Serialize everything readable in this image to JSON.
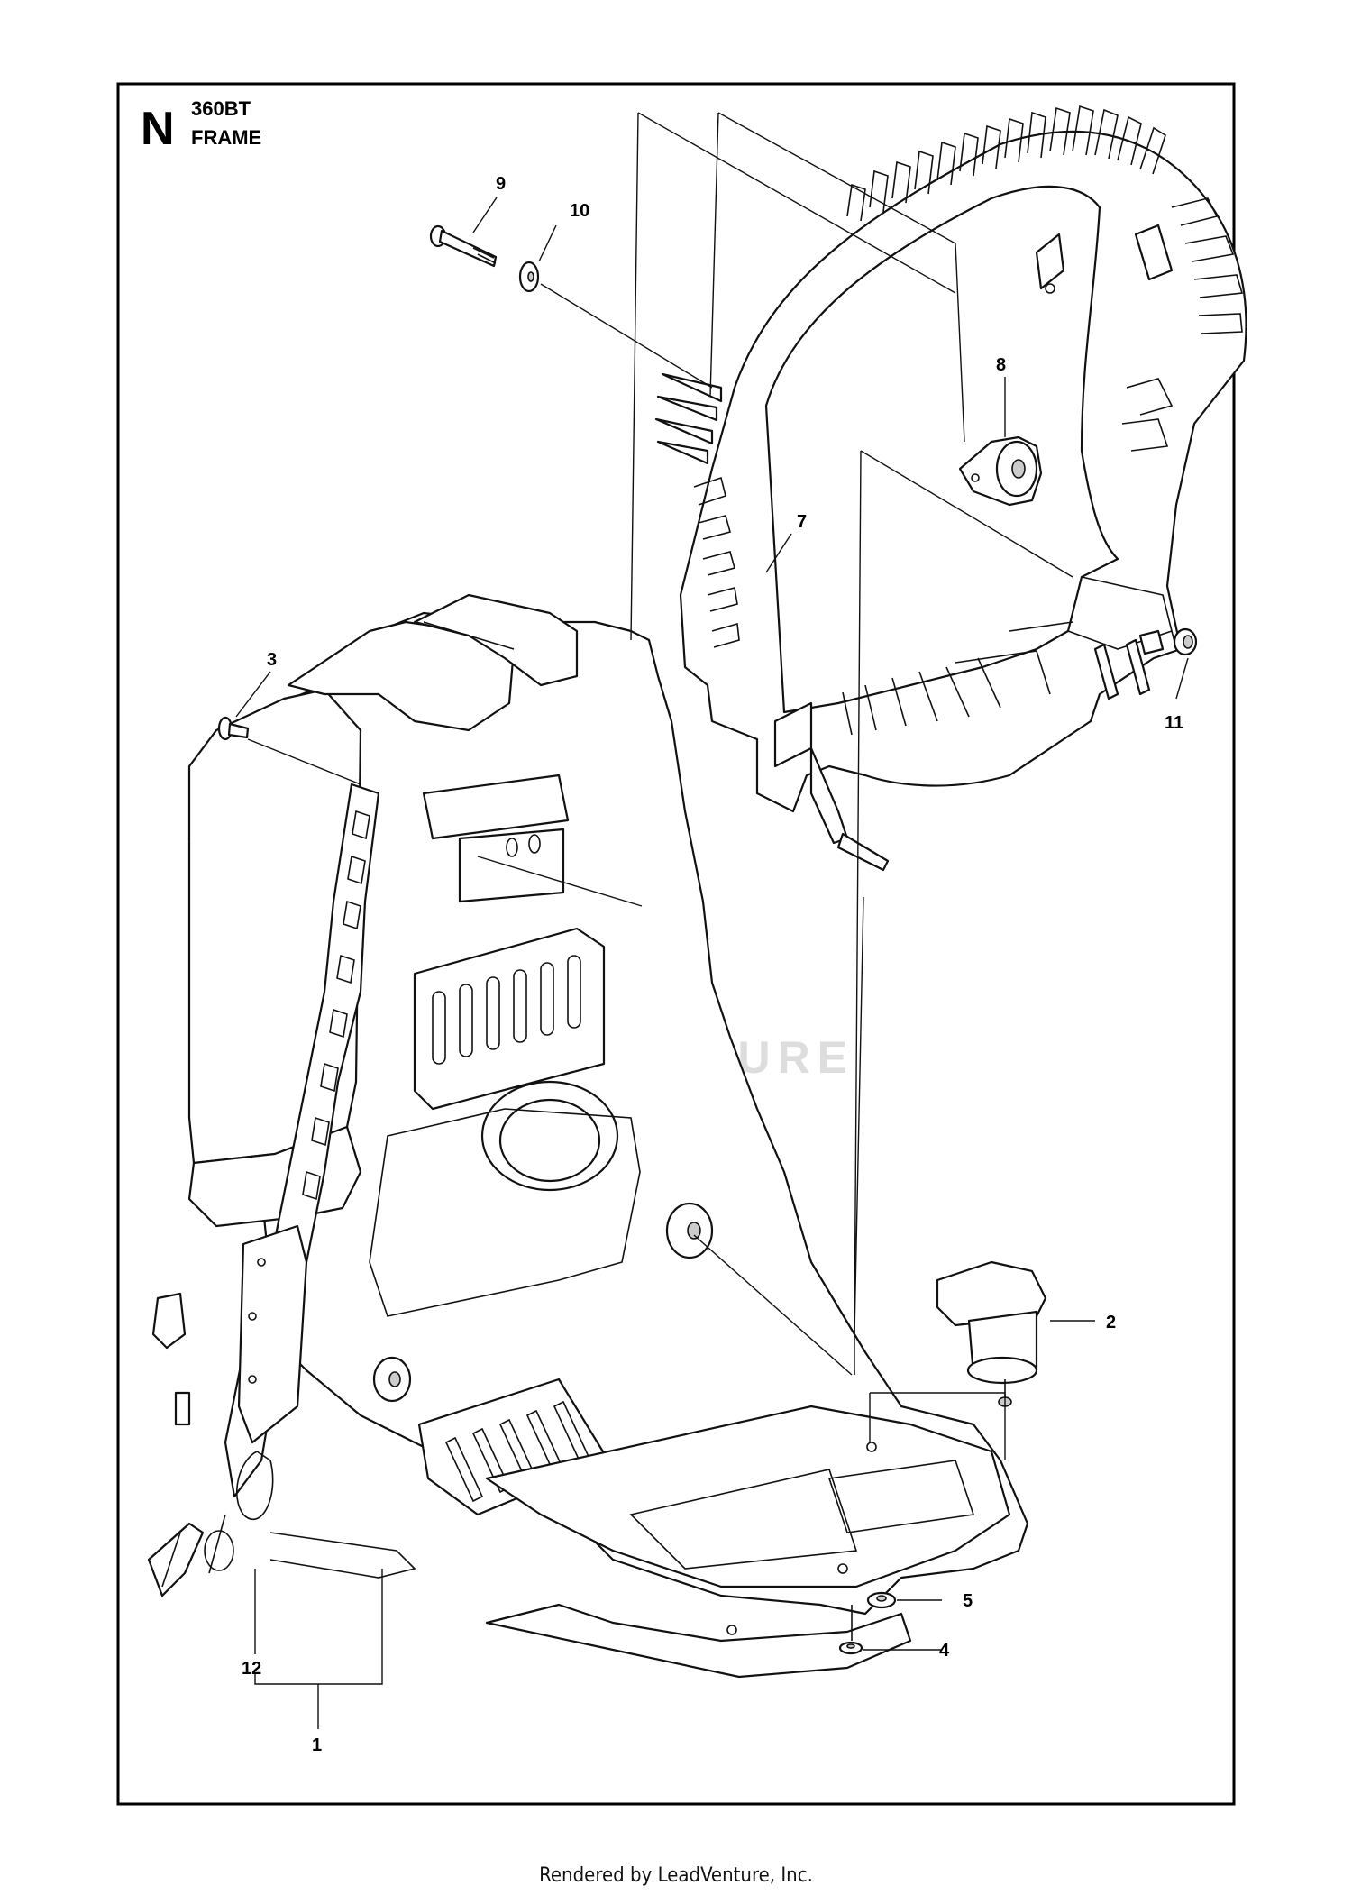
{
  "header": {
    "section_letter": "N",
    "model": "360BT",
    "title": "FRAME"
  },
  "callouts": {
    "c1": "1",
    "c2": "2",
    "c3": "3",
    "c4": "4",
    "c5": "5",
    "c7": "7",
    "c8": "8",
    "c9": "9",
    "c10": "10",
    "c11": "11",
    "c12": "12"
  },
  "watermark": "LEADVENTURE",
  "footer": {
    "credit": "Rendered by LeadVenture, Inc."
  }
}
